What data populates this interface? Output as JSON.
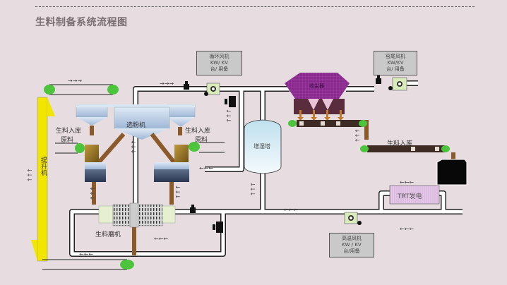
{
  "title": "生料制备系统流程图",
  "colors": {
    "background": "#e7dde0",
    "elevator": "#f2e600",
    "pipe": "#ffffff",
    "pipe_edge": "#222222",
    "roller": "#4cc43c",
    "dust_collector": "#8a2a8f",
    "trt": "#e3c6e6",
    "humidifier": "#cfe8f2",
    "chute": "#8b5a2b"
  },
  "equipment": {
    "circulation_fan": {
      "name": "循环风机",
      "rating": "KW/ KV",
      "units": "台/ 用备"
    },
    "tail_fan": {
      "name": "窑尾风机",
      "rating": "KW/KV",
      "units": "台/ 用备"
    },
    "high_temp_fan": {
      "name": "高温风机",
      "rating": "KW / KV",
      "units": "台/用备"
    },
    "dust_collector": "收尘器",
    "humidifier_tower": "增湿塔",
    "separator": "选粉机",
    "raw_mill": "生料磨机",
    "elevator": "提升机",
    "trt": "TRT发电"
  },
  "labels": {
    "left_store": "生料入库",
    "left_raw": "原料",
    "right_store": "生料入库",
    "right_raw": "原料",
    "conveyor_store": "生料入库"
  },
  "flow_arrows": {
    "right": "→→→",
    "left": "←←←",
    "up": "↑↑↑",
    "down": "↓↓↓"
  }
}
